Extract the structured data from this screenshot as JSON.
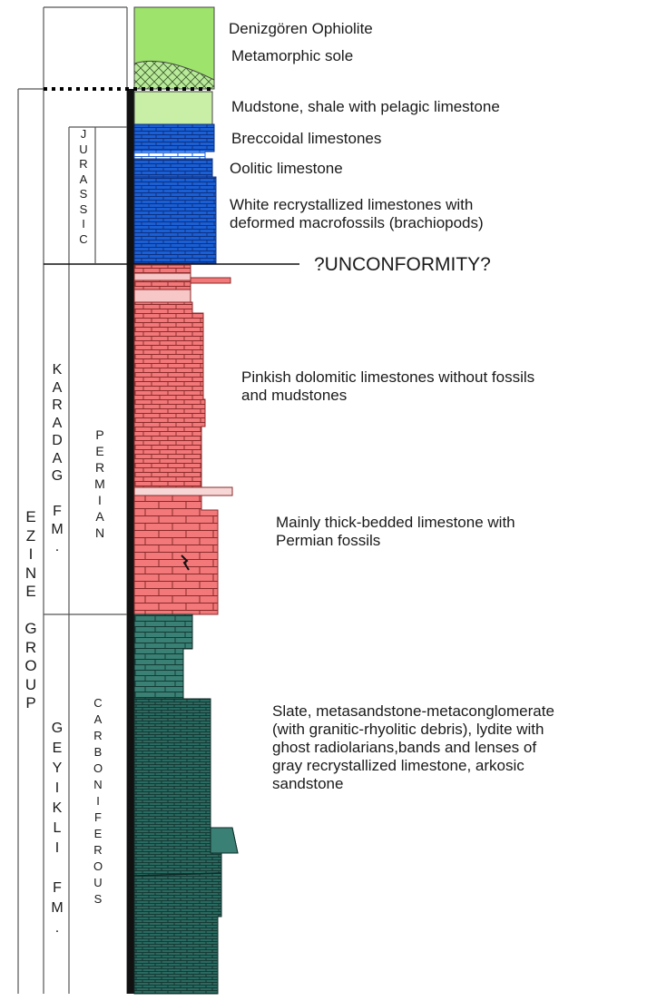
{
  "units": {
    "group": "EZINE GROUP",
    "upper_formation": "KARADAG FM.",
    "lower_formation": "GEYIKLI FM.",
    "jurassic": "JURASSIC",
    "permian": "PERMIAN",
    "carboniferous": "CARBONIFEROUS"
  },
  "descriptions": {
    "ophiolite": "Denizgören Ophiolite",
    "sole": "Metamorphic sole",
    "mudstone": "Mudstone, shale with pelagic limestone",
    "breccoidal": "Breccoidal limestones",
    "oolitic": "Oolitic limestone",
    "white_limestone": "White recrystallized limestones with\ndeformed macrofossils (brachiopods)",
    "unconformity": "?UNCONFORMITY?",
    "pinkish": "Pinkish dolomitic limestones without fossils\nand mudstones",
    "thick_bedded": "Mainly thick-bedded limestone with\nPermian fossils",
    "slate": "Slate, metasandstone-metaconglomerate\n(with granitic-rhyolitic debris), lydite with\nghost radiolarians,bands and lenses of\ngray recrystallized limestone, arkosic\nsandstone"
  },
  "colors": {
    "ophiolite_green": "#9ee36b",
    "jurassic_blue": "#1a5fd4",
    "permian_pink": "#f2787a",
    "carboniferous_teal": "#2a6a60"
  }
}
